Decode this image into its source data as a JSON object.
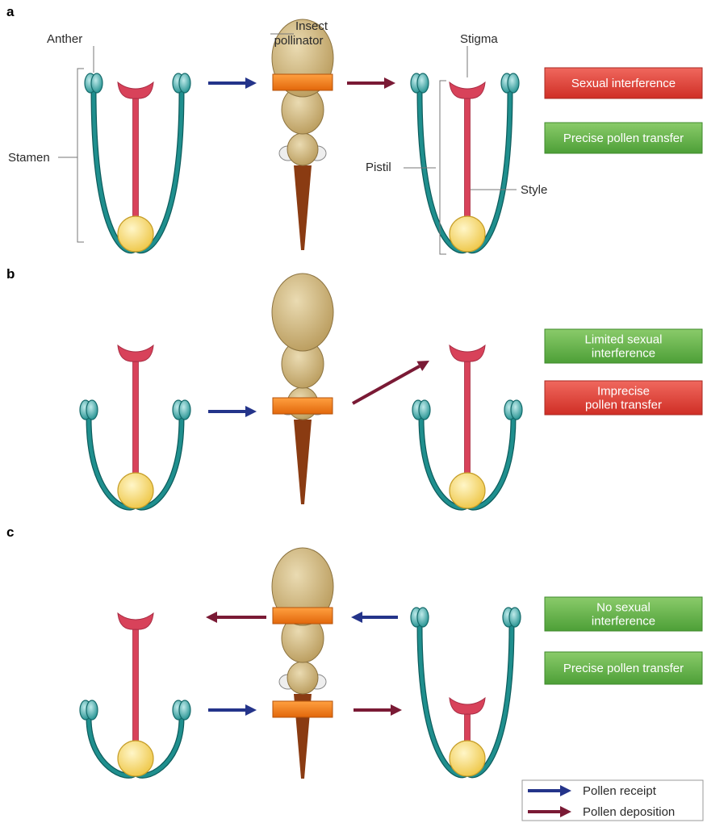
{
  "colors": {
    "stamen": "#1f8f8e",
    "anther": "#3fb0b0",
    "pistil": "#d8425a",
    "ovary": "#f5d66b",
    "pollinator": "#d4bb82",
    "band": "#f07a12",
    "receipt_arrow": "#24348a",
    "deposition_arrow": "#7a1a35",
    "negative_box": "#df3c2e",
    "positive_box": "#5fb048"
  },
  "icons": {
    "anther": "anther-icon",
    "stigma": "stigma-icon",
    "ovary": "ovary-icon",
    "pollinator": "insect-pollinator-icon"
  },
  "labels": {
    "anther": "Anther",
    "insect_pollinator": [
      "Insect",
      "pollinator"
    ],
    "stigma": "Stigma",
    "stamen": "Stamen",
    "pistil": "Pistil",
    "style": "Style"
  },
  "panels": [
    {
      "letter": "a",
      "outcomes": [
        {
          "lines": [
            "Sexual interference"
          ],
          "kind": "negative"
        },
        {
          "lines": [
            "Precise pollen transfer"
          ],
          "kind": "positive"
        }
      ]
    },
    {
      "letter": "b",
      "outcomes": [
        {
          "lines": [
            "Limited sexual",
            "interference"
          ],
          "kind": "positive"
        },
        {
          "lines": [
            "Imprecise",
            "pollen transfer"
          ],
          "kind": "negative"
        }
      ]
    },
    {
      "letter": "c",
      "outcomes": [
        {
          "lines": [
            "No sexual",
            "interference"
          ],
          "kind": "positive"
        },
        {
          "lines": [
            "Precise pollen transfer"
          ],
          "kind": "positive"
        }
      ]
    }
  ],
  "legend": {
    "receipt": "Pollen receipt",
    "deposition": "Pollen deposition"
  }
}
